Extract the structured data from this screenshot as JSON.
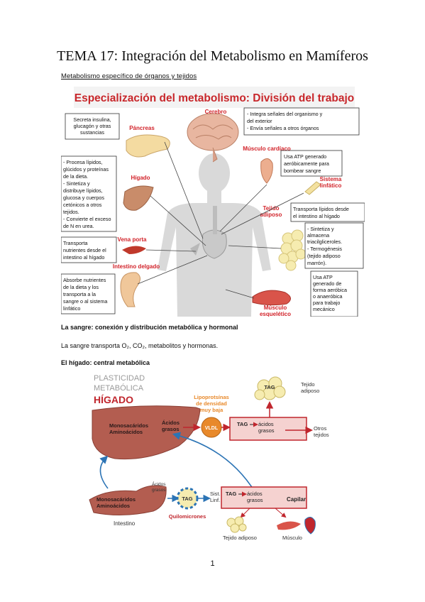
{
  "page": {
    "title": "TEMA 17: Integración del Metabolismo en Mamíferos",
    "section1": "Metabolismo específico de órganos y tejidos",
    "section2": "La sangre: conexión y distribución metabólica y hormonal",
    "blood_text": "La sangre transporta O₂, CO₂, metabolitos y hormonas.",
    "section3": "El hígado: central metabólica",
    "page_number": "1"
  },
  "figure1": {
    "banner": "Especialización del metabolismo: División del trabajo",
    "organs": {
      "pancreas": "Páncreas",
      "cerebro": "Cerebro",
      "musculo_cardiaco": "Músculo cardíaco",
      "higado": "Hígado",
      "sistema_linfatico_1": "Sistema",
      "sistema_linfatico_2": "linfático",
      "vena_porta": "Vena porta",
      "tejido_adiposo_1": "Tejido",
      "tejido_adiposo_2": "adiposo",
      "intestino": "Intestino delgado",
      "musculo_esq_1": "Músculo",
      "musculo_esq_2": "esquelético"
    },
    "boxes": {
      "pancreas": [
        "Secreta insulina,",
        "glucagón y otras",
        "sustancias"
      ],
      "cerebro": [
        "- Integra señales del organismo y",
        "  del exterior",
        "- Envía señales a otros órganos"
      ],
      "corazon": [
        "Usa ATP generado",
        "aeróbicamente para",
        "bombear sangre"
      ],
      "higado": [
        "- Procesa lípidos,",
        "glúcidos y proteínas",
        "de la dieta.",
        "- Sintetiza y",
        "distribuye lípidos,",
        "glucosa y cuerpos",
        "cetónicos a otros",
        "tejidos.",
        "- Convierte el exceso",
        "de N en urea."
      ],
      "linfatico": [
        "Transporta lípidos desde",
        "el intestino al hígado"
      ],
      "adiposo": [
        "- Sintetiza y",
        "  almacena",
        "  triacilgliceroles.",
        "- Termogénesis",
        "  (tejido adiposo",
        "  marrón)."
      ],
      "vena_porta": [
        "Transporta",
        "nutrientes desde el",
        "intestino al hígado"
      ],
      "intestino": [
        "Absorbe nutrientes",
        "de la dieta y los",
        "transporta a la",
        "sangre o al sistema",
        "linfático"
      ],
      "musculo": [
        "Usa ATP",
        "generado de",
        "forma aeróbica",
        "o anaeróbica",
        "para trabajo",
        "mecánico"
      ]
    }
  },
  "figure2": {
    "heading_1": "PLASTICIDAD",
    "heading_2": "METABÓLICA",
    "organ": "HÍGADO",
    "liver_1": "Monosacáridos",
    "liver_2": "Aminoácidos",
    "acidos_1": "Ácidos",
    "acidos_2": "grasos",
    "lipo_1": "Lipoprotsínas",
    "lipo_2": "de densidad",
    "lipo_3": "muy baja",
    "vldl": "VLDL",
    "tag": "TAG",
    "vessel_acidos_1": "ácidos",
    "vessel_acidos_2": "grasos",
    "otros_1": "Otros",
    "otros_2": "tejidos",
    "tejido_top_1": "Tejido",
    "tejido_top_2": "adiposo",
    "intestine_1": "Monosacáridos",
    "intestine_2": "Aminoácidos",
    "intestino": "Intestino",
    "small_acidos_1": "Ácidos",
    "small_acidos_2": "grasos",
    "sist_1": "Sist.",
    "sist_2": "Linf.",
    "quilomicrones": "Quilomicrones",
    "capilar": "Capilar",
    "tejido_bottom": "Tejido adiposo",
    "musculo": "Músculo"
  },
  "colors": {
    "banner_text": "#c8272b",
    "organ_label": "#d2232a",
    "liver": "#b35d50",
    "vessel": "#c0262d",
    "arrow_blue": "#2c74b5",
    "lipo_orange": "#e8892b",
    "fat_yellow": "#f6ecb0"
  }
}
